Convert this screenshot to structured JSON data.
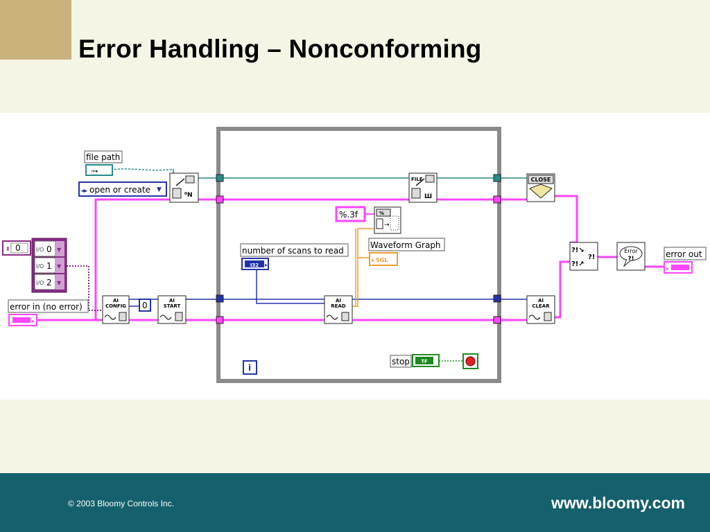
{
  "slide": {
    "title": "Error Handling – Nonconforming",
    "footer_left": "© 2003 Bloomy Controls Inc.",
    "footer_right": "www.bloomy.com"
  },
  "diagram": {
    "labels": {
      "file_path": "file path",
      "open_or_create": "open or create",
      "channels_index": "0",
      "channels": [
        "0",
        "1",
        "2"
      ],
      "error_in": "error in (no error)",
      "zero_constant": "0",
      "format_string": "%.3f",
      "number_of_scans": "number of scans to read",
      "i32": "I32",
      "waveform_graph": "Waveform Graph",
      "sgl": "SGL",
      "stop": "stop",
      "tf": "TF",
      "loop_index": "i",
      "error_out": "error out"
    },
    "vi_labels": {
      "ai_config": [
        "AI",
        "CONFIG"
      ],
      "ai_start": [
        "AI",
        "START"
      ],
      "ai_read": [
        "AI",
        "READ"
      ],
      "ai_clear": [
        "AI",
        "CLEAR"
      ],
      "file_write": "FILE",
      "close": "CLOSE",
      "error_dialog": "Error"
    },
    "wire_colors": {
      "error_cluster": "#ff44ff",
      "task_id": "#2233aa",
      "file_refnum": "#238b87",
      "array": "#f59a2a",
      "boolean": "#1e8a1e"
    }
  }
}
